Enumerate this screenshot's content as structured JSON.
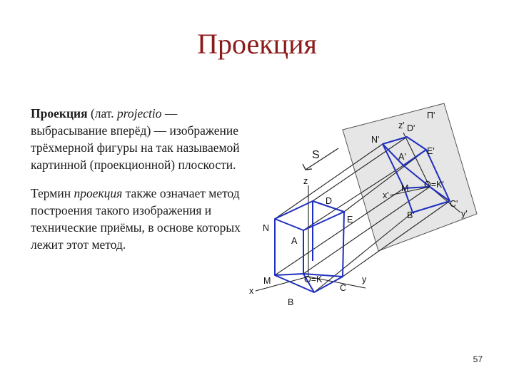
{
  "slide": {
    "title": "Проекция",
    "page_number": "57"
  },
  "text": {
    "p1_term": "Проекция",
    "p1_a": " (лат. ",
    "p1_latin": "projectio",
    "p1_b": " — выбрасывание вперёд) — изображение трёхмерной фигуры на так называемой картинной (проекционной) плоскости.",
    "p2_a": "Термин ",
    "p2_term": "проекция",
    "p2_b": " также означает метод построения такого изображения и технические приёмы, в основе которых лежит этот метод."
  },
  "diagram": {
    "plane_label": "П'",
    "arrow_label": "S",
    "cube_labels": {
      "N": "N",
      "D": "D",
      "E": "E",
      "A": "A",
      "M": "M",
      "OK": "O=K",
      "B": "B",
      "C": "C",
      "x": "x",
      "y": "y",
      "z": "z"
    },
    "proj_labels": {
      "N": "N'",
      "D": "D'",
      "E": "E'",
      "A": "A'",
      "M": "M",
      "OK": "O=K'",
      "B": "B'",
      "C": "C'",
      "x": "x'",
      "y": "y'",
      "z": "z'"
    },
    "colors": {
      "edge": "#1f2fbf",
      "line": "#222222",
      "plane": "#e4e4e4"
    }
  }
}
